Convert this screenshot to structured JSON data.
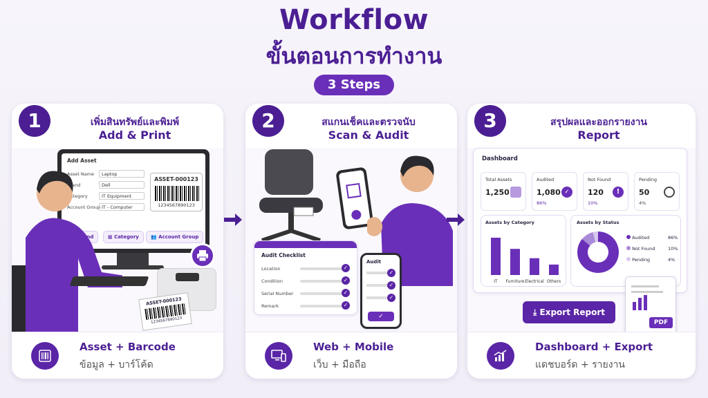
{
  "header": {
    "title": "Workflow",
    "subtitle": "ขั้นตอนการทำงาน",
    "steps_label": "3 Steps"
  },
  "colors": {
    "primary": "#4b1f93",
    "accent": "#6a2fb8",
    "light": "#b79ae0"
  },
  "steps": [
    {
      "number": "1",
      "title_th": "เพิ่มสินทรัพย์และพิมพ์",
      "title_en": "Add & Print",
      "footer_main": "Asset + Barcode",
      "footer_sub": "ข้อมูล + บาร์โค้ด",
      "footer_icon": "barcode-icon",
      "form": {
        "title": "Add Asset",
        "fields": [
          {
            "label": "Asset Name",
            "value": "Laptop"
          },
          {
            "label": "Brand",
            "value": "Dell"
          },
          {
            "label": "Category",
            "value": "IT Equipment"
          },
          {
            "label": "Account Group",
            "value": "IT - Computer"
          }
        ],
        "asset_code": "ASSET-000123",
        "barcode_number": "1234567890123",
        "tags": [
          "Brand",
          "Category",
          "Account Group"
        ],
        "label_code": "ASSET-000123",
        "label_number": "1234567890123"
      }
    },
    {
      "number": "2",
      "title_th": "สแกนเช็คและตรวจนับ",
      "title_en": "Scan & Audit",
      "footer_main": "Web + Mobile",
      "footer_sub": "เว็บ + มือถือ",
      "footer_icon": "devices-icon",
      "checklist": {
        "title": "Audit Checklist",
        "items": [
          "Location",
          "Condition",
          "Serial Number",
          "Remark"
        ]
      },
      "mobile_title": "Audit"
    },
    {
      "number": "3",
      "title_th": "สรุปผลและออกรายงาน",
      "title_en": "Report",
      "footer_main": "Dashboard + Export",
      "footer_sub": "แดชบอร์ด + รายงาน",
      "footer_icon": "chart-growth-icon",
      "dashboard": {
        "title": "Dashboard",
        "stats": [
          {
            "label": "Total Assets",
            "value": "1,250",
            "pct": ""
          },
          {
            "label": "Audited",
            "value": "1,080",
            "pct": "86%"
          },
          {
            "label": "Not Found",
            "value": "120",
            "pct": "10%"
          },
          {
            "label": "Pending",
            "value": "50",
            "pct": "4%"
          }
        ],
        "category_title": "Assets by Category",
        "categories": [
          "IT",
          "Furniture",
          "Electrical",
          "Others"
        ],
        "category_values": [
          100,
          70,
          45,
          28
        ],
        "status_title": "Assets by Status",
        "status": [
          {
            "name": "Audited",
            "pct": "86%",
            "value": 86,
            "color": "#6a2fb8"
          },
          {
            "name": "Not Found",
            "pct": "10%",
            "value": 10,
            "color": "#a98ad8"
          },
          {
            "name": "Pending",
            "pct": "4%",
            "value": 4,
            "color": "#d8c8ef"
          }
        ],
        "export_label": "Export Report",
        "pdf_label": "PDF"
      }
    }
  ]
}
